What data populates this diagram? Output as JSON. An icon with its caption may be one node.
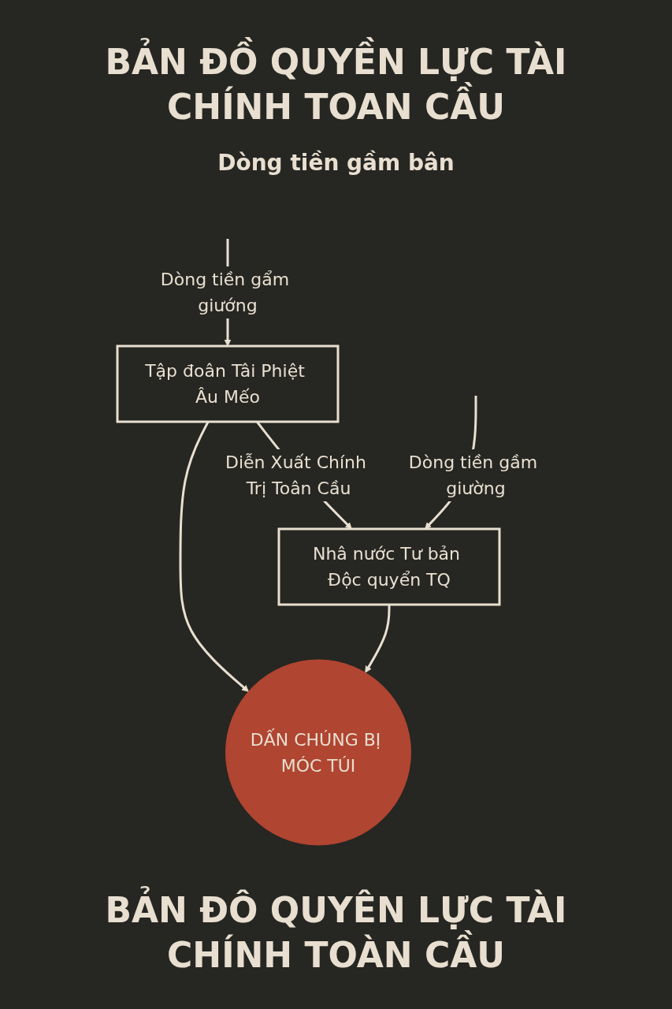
{
  "diagram": {
    "title": "BẢN ĐỒ QUYỀN LỰC TÀI CHÍNH TOAN CẦU",
    "caption": "BẢN ĐÔ QUYÊN LỰC TÀI CHÍNH TOÀN CẦU",
    "nodes": [
      {
        "text": [
          "Tập đoân Tâi Phiệt Âu Mếo"
        ]
      },
      {
        "text": [
          "Nhâ nước Tư bản Độc quyển TQ"
        ]
      },
      {
        "text": [
          "DẤN CHÚNG BỊ MÓC TÚI"
        ]
      }
    ],
    "edges": [
      {
        "from": 0,
        "to": 1,
        "arrow": "to",
        "label": "Diễn Xuất Chính Trị Toân Cầu"
      },
      {
        "from": 0,
        "to": 2,
        "arrow": "to"
      },
      {
        "from": 1,
        "to": 2,
        "arrow": "to"
      },
      {
        "from": null,
        "to": 0,
        "arrow": "to",
        "label": "Dòng tiền gẩm giướng"
      },
      {
        "from": null,
        "to": 1,
        "arrow": "to",
        "label": "Dòng tiền gầm giường"
      }
    ],
    "labels": [
      "Dòng tiền gầm bân"
    ]
  }
}
